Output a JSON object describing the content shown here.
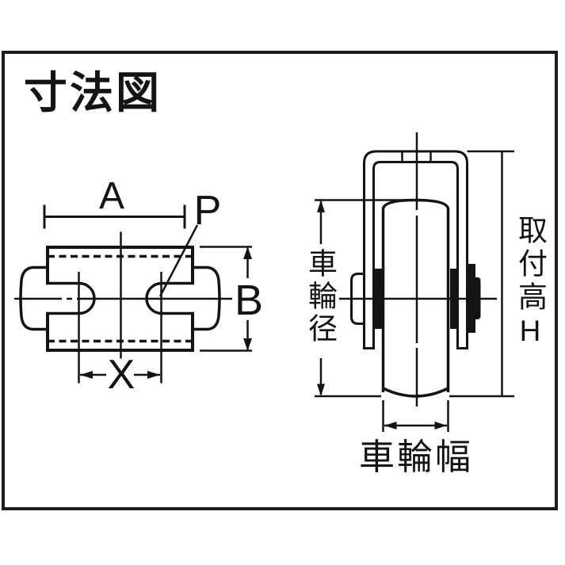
{
  "title": "寸法図",
  "colors": {
    "line": "#141414",
    "background": "#ffffff"
  },
  "top_view": {
    "dim_a": "A",
    "dim_p": "P",
    "dim_b": "B",
    "dim_x": "X"
  },
  "side_view": {
    "wheel_diameter": "車輪径",
    "mounting_height": "取付高H",
    "wheel_width": "車輪幅"
  }
}
